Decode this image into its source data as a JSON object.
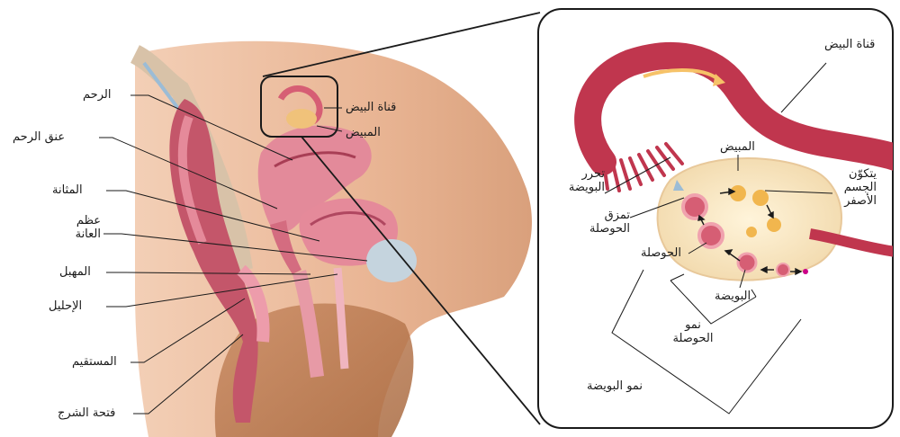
{
  "labels": {
    "uterus": "الرحم",
    "cervix": "عنق الرحم",
    "bladder": "المثانة",
    "pubic_bone_1": "عظم",
    "pubic_bone_2": "العانة",
    "vagina": "المهبل",
    "urethra": "الإحليل",
    "rectum": "المستقيم",
    "anus": "فتحة الشرج",
    "oviduct_small": "قناة البيض",
    "ovary_small": "المبيض"
  },
  "inset": {
    "oviduct": "قناة البيض",
    "ovary": "المبيض",
    "ovulation_1": "تحرر",
    "ovulation_2": "البويضة",
    "rupture_1": "تمزق",
    "rupture_2": "الحوصلة",
    "corpus_1": "يتكوّن",
    "corpus_2": "الجسم",
    "corpus_3": "الأصفر",
    "follicle": "الحوصلة",
    "egg": "البويضة",
    "follicle_growth_1": "نمو",
    "follicle_growth_2": "الحوصلة",
    "egg_growth": "نمو البويضة"
  }
}
